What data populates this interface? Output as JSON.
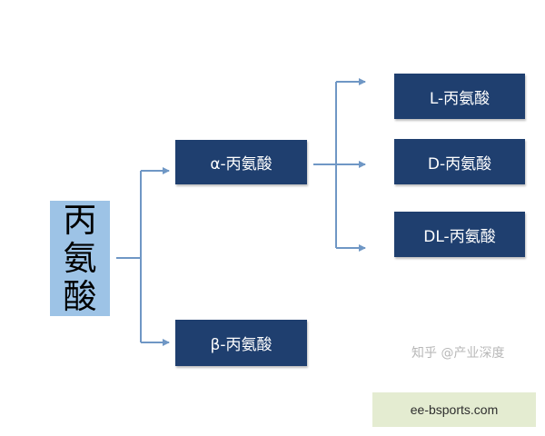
{
  "root": {
    "chars": [
      "丙",
      "氨",
      "酸"
    ]
  },
  "level1": {
    "alpha": "α-丙氨酸",
    "beta": "β-丙氨酸"
  },
  "level2": {
    "l": "L-丙氨酸",
    "d": "D-丙氨酸",
    "dl": "DL-丙氨酸"
  },
  "watermark": "知乎 @产业深度",
  "footer_tag": "ee-bsports.com",
  "colors": {
    "root_fill": "#9dc3e6",
    "node_fill": "#1f3f6f",
    "connector": "#6f97c5",
    "footer_fill": "#e4ecd1"
  }
}
